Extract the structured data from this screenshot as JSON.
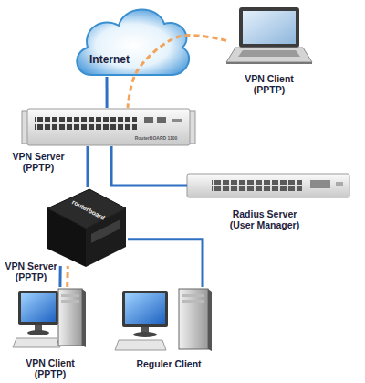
{
  "diagram": {
    "nodes": [
      {
        "text": [
          "Internet"
        ]
      },
      {
        "text": [
          "VPN Client (PPTP)"
        ]
      },
      {
        "text": [
          "VPN Server (PPTP)"
        ]
      },
      {
        "text": [
          "Radius Server (User Manager)"
        ]
      },
      {
        "text": [
          "VPN Server (PPTP)"
        ]
      },
      {
        "text": [
          "VPN Client (PPTP)"
        ]
      },
      {
        "text": [
          "Reguler Client"
        ]
      }
    ],
    "edges": [
      {
        "from": 0,
        "to": 2,
        "arrow": "none"
      },
      {
        "from": 1,
        "to": 2,
        "arrow": "none"
      },
      {
        "from": 2,
        "to": 3,
        "arrow": "none"
      },
      {
        "from": 2,
        "to": 4,
        "arrow": "none"
      },
      {
        "from": 4,
        "to": 5,
        "arrow": "none"
      },
      {
        "from": 5,
        "to": 4,
        "arrow": "none"
      },
      {
        "from": 4,
        "to": 6,
        "arrow": "none"
      }
    ],
    "labels": [
      "RouterBOARD 1100",
      "routerboard"
    ]
  }
}
